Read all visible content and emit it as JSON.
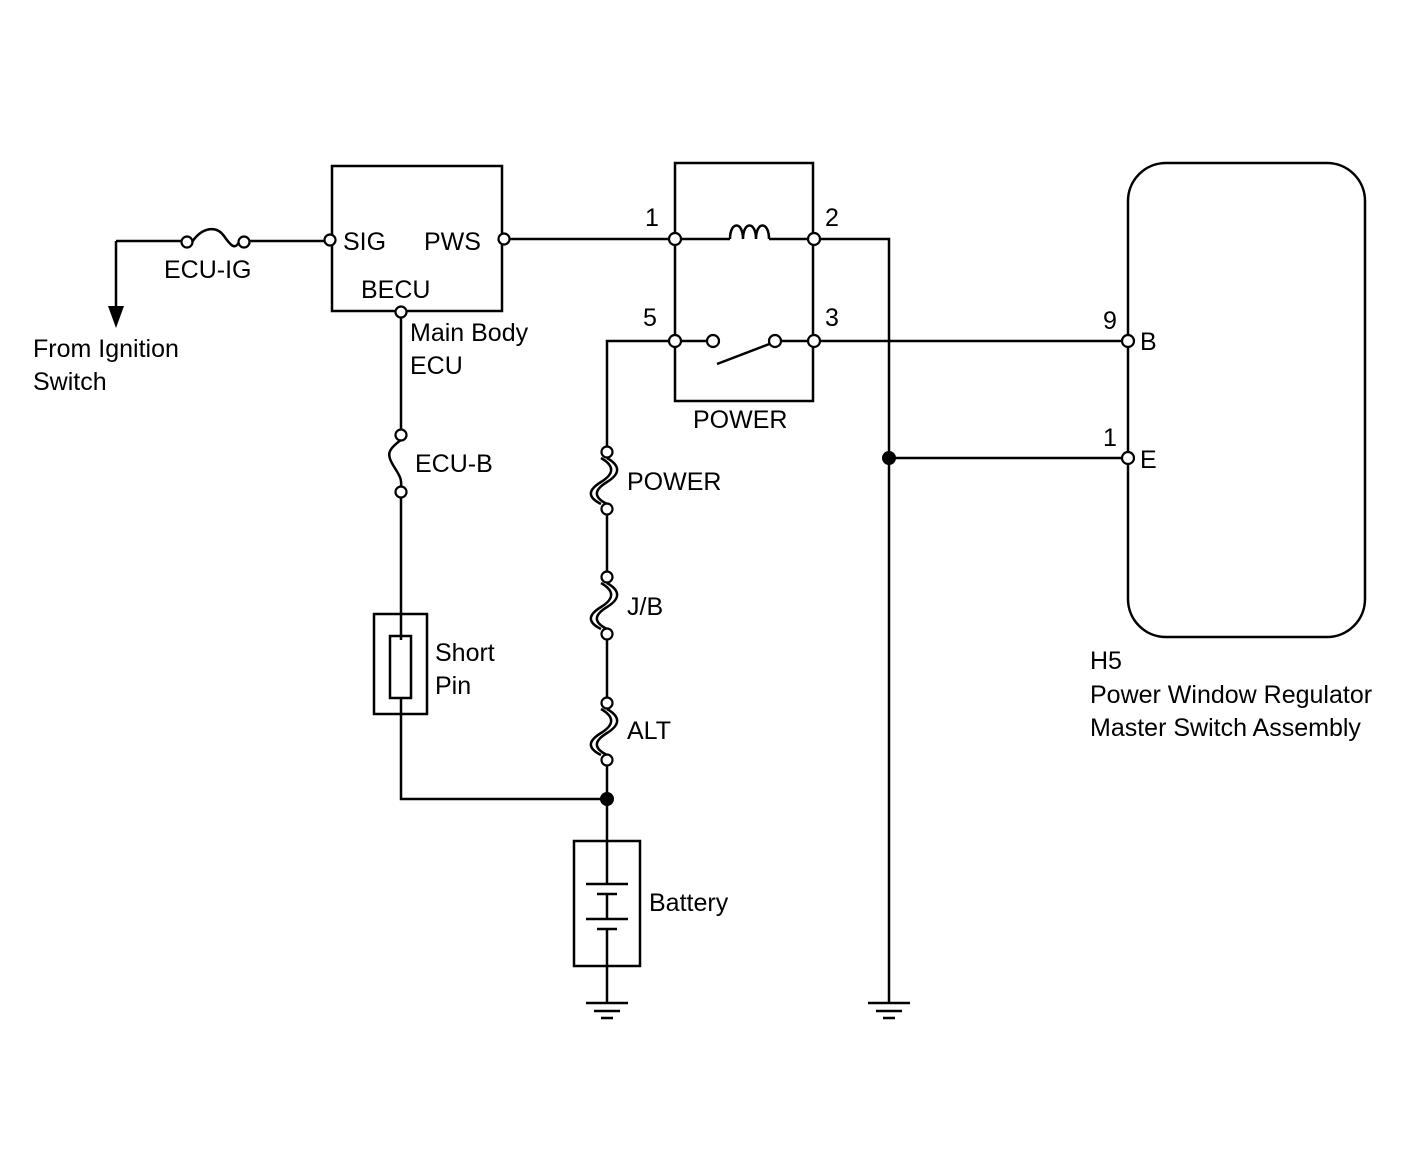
{
  "labels": {
    "from_ignition_line1": "From Ignition",
    "from_ignition_line2": "Switch",
    "ecu_ig_fuse": "ECU-IG",
    "sig": "SIG",
    "pws": "PWS",
    "becu": "BECU",
    "main_body_line1": "Main Body",
    "main_body_line2": "ECU",
    "ecu_b_fuse": "ECU-B",
    "short_pin_line1": "Short",
    "short_pin_line2": "Pin",
    "power_fuse": "POWER",
    "jb_fuse": "J/B",
    "alt_fuse": "ALT",
    "battery": "Battery",
    "relay_name": "POWER",
    "relay_pin1": "1",
    "relay_pin2": "2",
    "relay_pin3": "3",
    "relay_pin5": "5",
    "conn_pin9": "9",
    "conn_pin1": "1",
    "pin_b": "B",
    "pin_e": "E",
    "connector_id": "H5",
    "assembly_line1": "Power Window Regulator",
    "assembly_line2": "Master Switch Assembly"
  }
}
